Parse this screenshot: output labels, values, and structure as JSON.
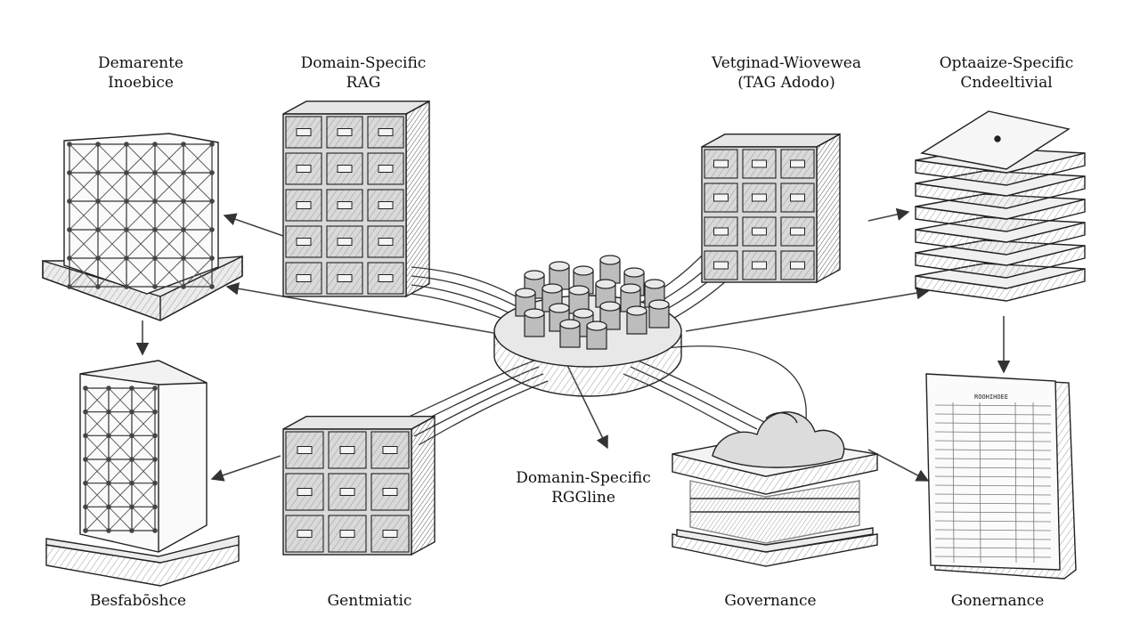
{
  "diagram": {
    "labels": {
      "top_left": [
        "Demarente",
        "Inoebice"
      ],
      "top_mid_left": [
        "Domain-Specific",
        "RAG"
      ],
      "top_mid_right": [
        "Vetginad-Wiovewea",
        "(TAG Adodo)"
      ],
      "top_right": [
        "Optaaize-Specific",
        "Cndeeltivial"
      ],
      "center": [
        "Domanin-Specific",
        "RGGline"
      ],
      "bottom_left": [
        "Besfabōshce"
      ],
      "bottom_mid_left": [
        "Gentmiatic"
      ],
      "bottom_mid_right": [
        "Governance"
      ],
      "bottom_right": [
        "Gonernance"
      ]
    },
    "ledger_header": "ROOHIHOEE",
    "colors": {
      "ink": "#1a1a1a",
      "mid": "#7a7a7a",
      "light": "#cfcfcf",
      "paper": "#ffffff"
    },
    "icons": {
      "top_left": "lattice-cube-icon",
      "top_mid_left": "file-cabinet-stack-icon",
      "top_mid_right": "file-cabinet-stack-icon",
      "top_right": "layered-platform-icon",
      "center": "cylinder-hub-icon",
      "bottom_left": "lattice-tower-icon",
      "bottom_mid_left": "file-cabinet-stack-icon",
      "bottom_mid_right": "layered-tray-icon",
      "bottom_right": "ledger-book-icon"
    }
  }
}
